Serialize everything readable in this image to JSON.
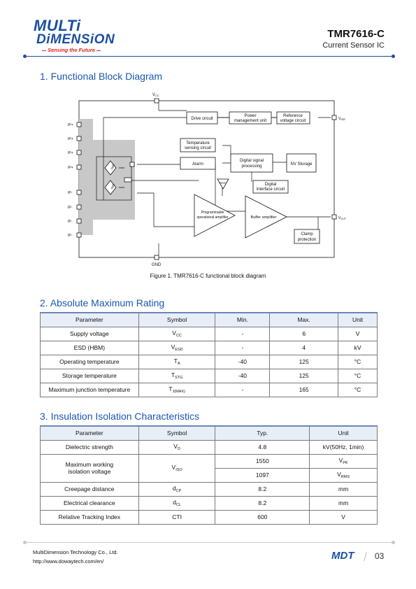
{
  "header": {
    "logo_line1": "MULTi",
    "logo_line2": "DiMENSiON",
    "logo_tagline": "Sensing the Future",
    "title": "TMR7616-C",
    "subtitle": "Current Sensor IC"
  },
  "sections": {
    "block_diagram": "1. Functional Block Diagram",
    "abs_max": "2. Absolute Maximum Rating",
    "insulation": "3. Insulation Isolation Characteristics"
  },
  "diagram": {
    "vcc": "V",
    "vcc_sub": "CC",
    "gnd": "GND",
    "vref": "V",
    "vref_sub": "REF",
    "vout": "V",
    "vout_sub": "OUT",
    "ip_plus": "IP+",
    "ip_minus": "IP-",
    "tmr": "TMR",
    "drive_circuit": "Drive circuit",
    "power_mgmt_1": "Power",
    "power_mgmt_2": "management unit",
    "ref_voltage_1": "Reference",
    "ref_voltage_2": "voltage circuit",
    "temp_sensing_1": "Temperature",
    "temp_sensing_2": "sensing circuit",
    "alarm": "Alarm",
    "dsp_1": "Digital signal",
    "dsp_2": "processing",
    "nv_storage": "NV Storage",
    "dac": "DAC",
    "digital_iface_1": "Digital",
    "digital_iface_2": "interface circuit",
    "prog_amp_1": "Programmable",
    "prog_amp_2": "operational amplifier",
    "buffer_amp": "Buffer amplifier",
    "clamp_1": "Clamp",
    "clamp_2": "protection"
  },
  "figure_caption": "Figure 1. TMR7616-C functional block diagram",
  "abs_max_table": {
    "headers": [
      "Parameter",
      "Symbol",
      "Min.",
      "Max.",
      "Unit"
    ],
    "rows": [
      {
        "param": "Supply voltage",
        "sym": "V",
        "sub": "CC",
        "min": "-",
        "max": "6",
        "unit": "V"
      },
      {
        "param": "ESD (HBM)",
        "sym": "V",
        "sub": "ESD",
        "min": "-",
        "max": "4",
        "unit": "kV"
      },
      {
        "param": "Operating temperature",
        "sym": "T",
        "sub": "A",
        "min": "-40",
        "max": "125",
        "unit": "°C"
      },
      {
        "param": "Storage temperature",
        "sym": "T",
        "sub": "STG",
        "min": "-40",
        "max": "125",
        "unit": "°C"
      },
      {
        "param": "Maximum junction temperature",
        "sym": "T",
        "sub": "J(MAX)",
        "min": "-",
        "max": "165",
        "unit": "°C"
      }
    ]
  },
  "insulation_table": {
    "headers": [
      "Parameter",
      "Symbol",
      "Typ.",
      "Unit"
    ],
    "dielectric": {
      "param": "Dielectric strength",
      "sym": "V",
      "sub": "D",
      "typ": "4.8",
      "unit": "kV(50Hz, 1min)"
    },
    "working": {
      "param_1": "Maximum working",
      "param_2": "isolation voltage",
      "sym": "V",
      "sub": "ISO",
      "typ_a": "1550",
      "unit_a": "V",
      "unit_a_sub": "PK",
      "typ_b": "1097",
      "unit_b": "V",
      "unit_b_sub": "RMS"
    },
    "creepage": {
      "param": "Creepage distance",
      "sym": "d",
      "sub": "CP",
      "typ": "8.2",
      "unit": "mm"
    },
    "clearance": {
      "param": "Electrical clearance",
      "sym": "d",
      "sub": "CL",
      "typ": "8.2",
      "unit": "mm"
    },
    "cti": {
      "param": "Relative Tracking Index",
      "sym": "CTI",
      "typ": "600",
      "unit": "V"
    }
  },
  "footer": {
    "company": "MultiDimension Technology Co., Ltd.",
    "url": "http://www.dowaytech.com/en/",
    "logo": "MDT",
    "page": "03"
  },
  "colors": {
    "brand_blue": "#1a4fa0",
    "heading_blue": "#1a57b0",
    "table_header_bg": "#e8eef8",
    "diagram_gray": "#c8c8c8"
  }
}
